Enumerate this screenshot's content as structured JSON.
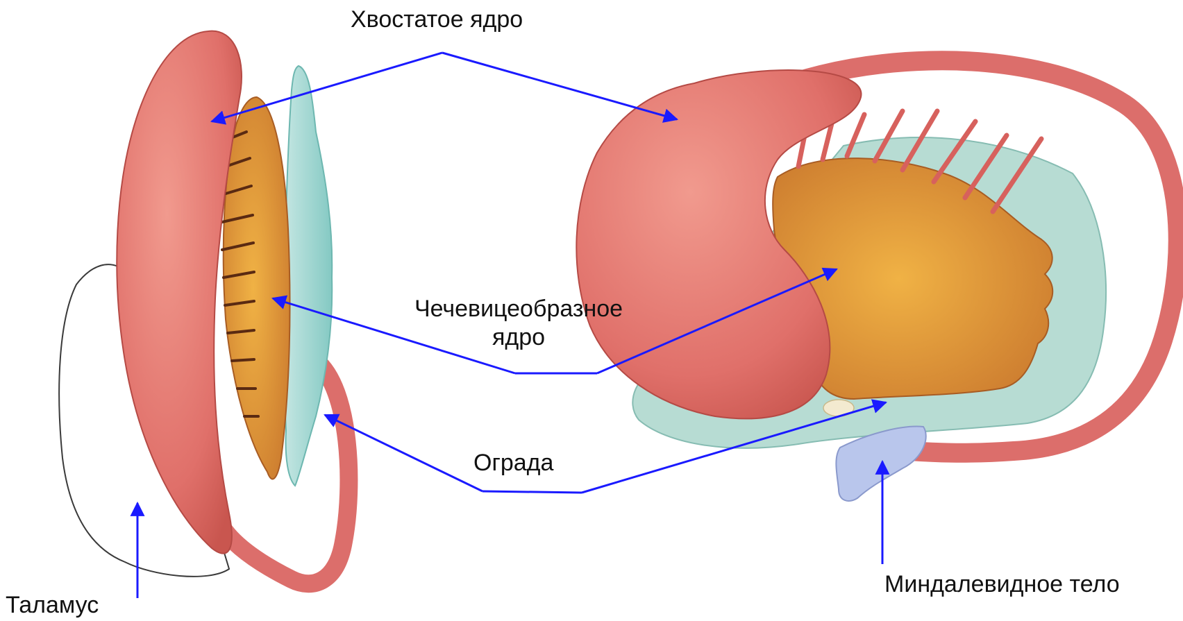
{
  "labels": {
    "caudate": "Хвостатое ядро",
    "lentiform_line1": "Чечевицеобразное",
    "lentiform_line2": "ядро",
    "claustrum": "Ограда",
    "amygdala": "Миндалевидное тело",
    "thalamus": "Таламус"
  },
  "colors": {
    "arrow": "#1a1aff",
    "caudate": "#e2766e",
    "lentiform": "#d98a3a",
    "claustrum": "#a8d6d2",
    "amygdala": "#b9c6ec",
    "thalamus": "#ffffff"
  }
}
